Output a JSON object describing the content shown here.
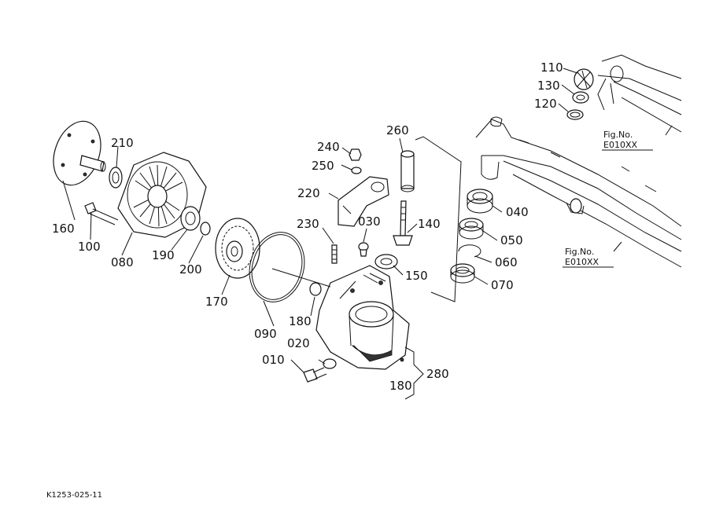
{
  "diagram": {
    "part_labels": {
      "p010": "010",
      "p020": "020",
      "p030": "030",
      "p040": "040",
      "p050": "050",
      "p060": "060",
      "p070": "070",
      "p080": "080",
      "p090": "090",
      "p100": "100",
      "p110": "110",
      "p120": "120",
      "p130": "130",
      "p140": "140",
      "p150": "150",
      "p160": "160",
      "p170": "170",
      "p180a": "180",
      "p180b": "180",
      "p190": "190",
      "p200": "200",
      "p210": "210",
      "p220": "220",
      "p230": "230",
      "p240": "240",
      "p250": "250",
      "p260": "260",
      "p280": "280"
    },
    "figure_refs": [
      {
        "title": "Fig.No.",
        "code": "E010XX"
      },
      {
        "title": "Fig.No.",
        "code": "E010XX"
      }
    ],
    "drawing_code": "K1253-025-11"
  }
}
